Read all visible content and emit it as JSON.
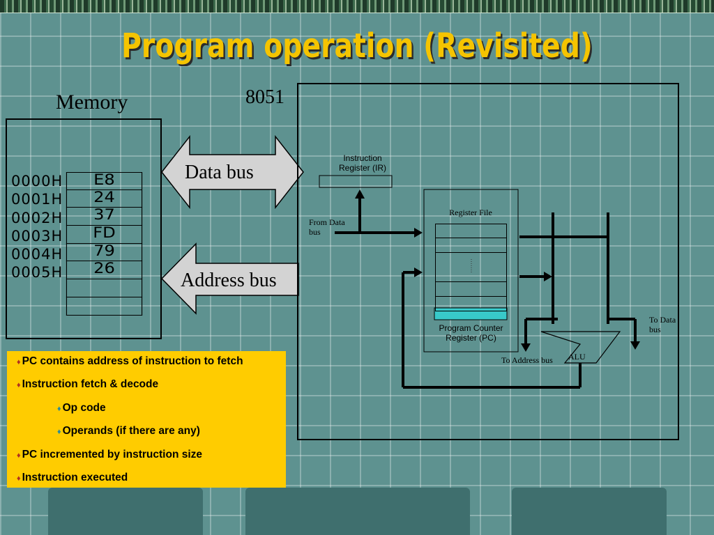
{
  "slide": {
    "title": "Program operation (Revisited)"
  },
  "memory": {
    "label": "Memory",
    "addresses": [
      "0000H",
      "0001H",
      "0002H",
      "0003H",
      "0004H",
      "0005H"
    ],
    "values": [
      "E8",
      "24",
      "37",
      "FD",
      "79",
      "26",
      "",
      ""
    ]
  },
  "buses": {
    "data_bus": "Data bus",
    "address_bus": "Address bus"
  },
  "cpu": {
    "label": "8051",
    "ir_label": "Instruction Register (IR)",
    "from_data_bus": "From Data bus",
    "register_file": "Register File",
    "pc_label": "Program Counter Register (PC)",
    "alu": "ALU",
    "to_address_bus": "To Address bus",
    "to_data_bus": "To Data bus"
  },
  "bullets": [
    {
      "text": "PC contains address of instruction to fetch",
      "level": 1
    },
    {
      "text": "Instruction fetch & decode",
      "level": 1
    },
    {
      "text": "Op code",
      "level": 2
    },
    {
      "text": "Operands (if there are any)",
      "level": 2
    },
    {
      "text": "PC incremented by instruction size",
      "level": 1
    },
    {
      "text": "Instruction executed",
      "level": 1
    }
  ],
  "colors": {
    "background": "#5e9290",
    "title": "#f5c400",
    "bullet_box": "#ffcc00",
    "pc_register": "#38c9c9",
    "arrow_fill": "#d3d3d3"
  }
}
